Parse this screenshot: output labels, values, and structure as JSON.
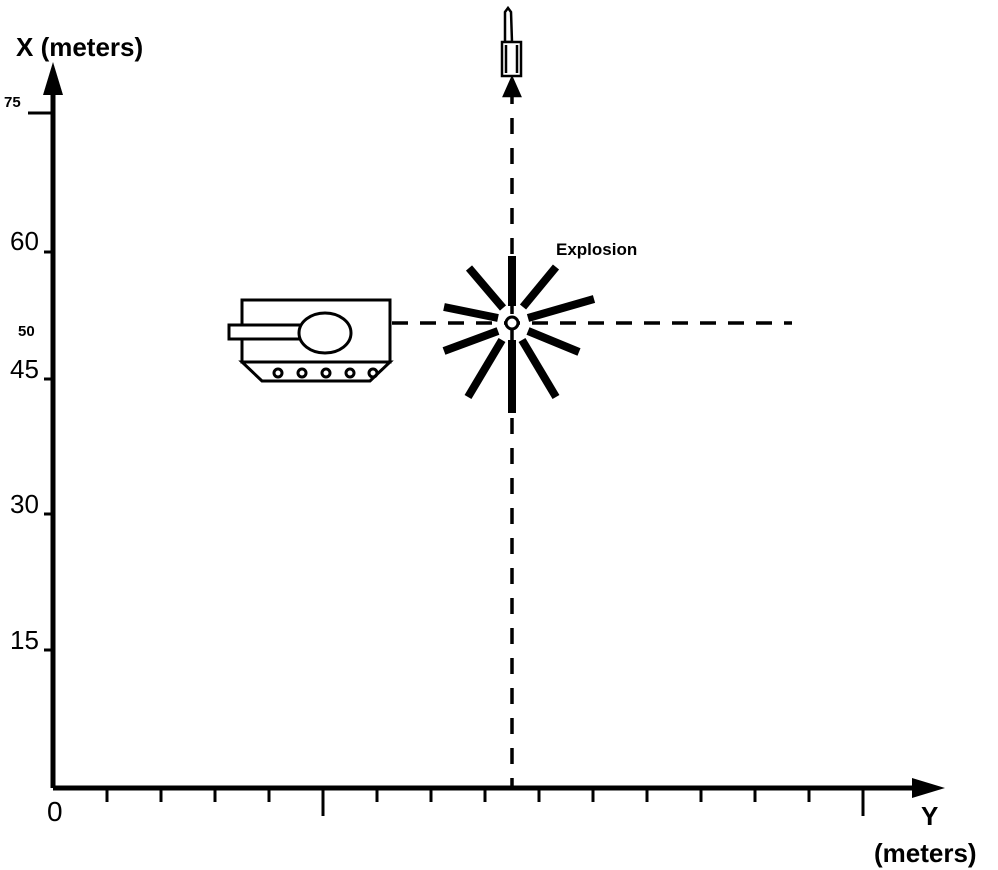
{
  "x_axis": {
    "title": "X (meters)",
    "ticks": [
      {
        "value": 75,
        "label": "75"
      },
      {
        "value": 60,
        "label": "60"
      },
      {
        "value": 50,
        "label": "50"
      },
      {
        "value": 45,
        "label": "45"
      },
      {
        "value": 30,
        "label": "30"
      },
      {
        "value": 15,
        "label": "15"
      }
    ]
  },
  "y_axis": {
    "title_line1": "Y",
    "title_line2": "(meters)",
    "origin_label": "0"
  },
  "explosion": {
    "label": "Explosion",
    "x_value": 50
  },
  "tank": {
    "x_value": 50,
    "wheel_count": 5
  },
  "missile": {
    "direction": "along +X axis"
  }
}
